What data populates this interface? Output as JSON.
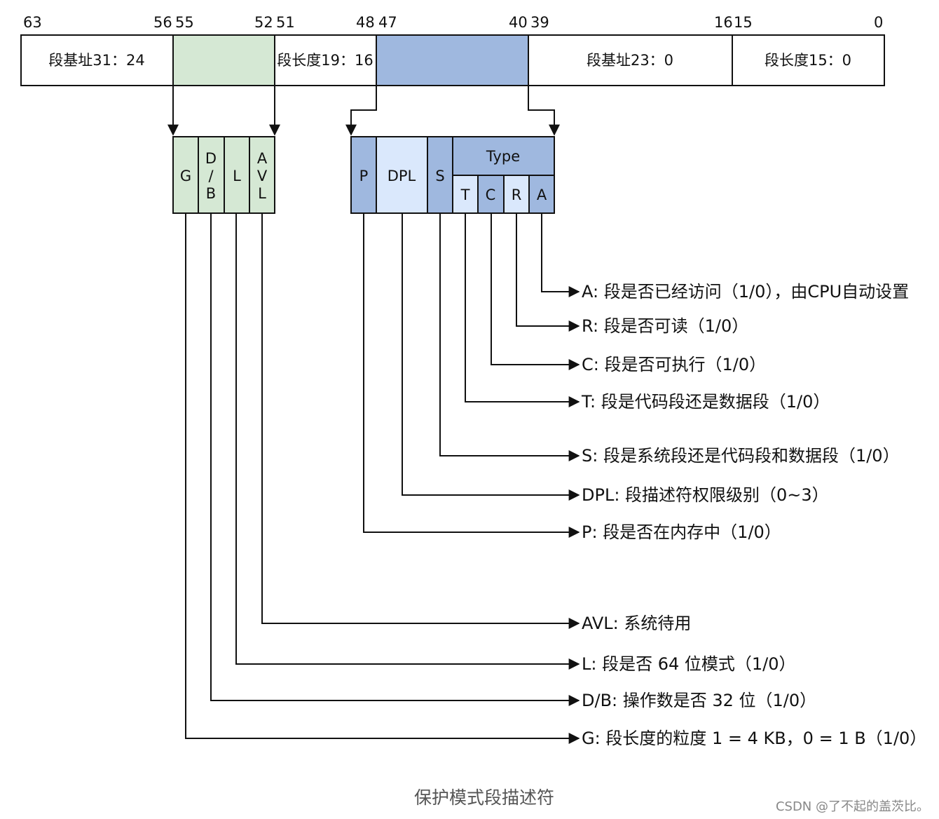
{
  "bit_numbers": {
    "b63": "63",
    "b56": "56",
    "b55": "55",
    "b52": "52",
    "b51": "51",
    "b48": "48",
    "b47": "47",
    "b40": "40",
    "b39": "39",
    "b16": "16",
    "b15": "15",
    "b0": "0"
  },
  "descriptor_cells": {
    "base_31_24": "段基址31：24",
    "limit_19_16": "段长度19：16",
    "base_23_0": "段基址23：0",
    "limit_15_0": "段长度15：0"
  },
  "flags_box": {
    "g": "G",
    "db_top": "D",
    "db_mid": "/",
    "db_bot": "B",
    "l": "L",
    "avl_top": "A",
    "avl_mid": "V",
    "avl_bot": "L"
  },
  "access_box": {
    "p": "P",
    "dpl": "DPL",
    "s": "S",
    "type": "Type",
    "t": "T",
    "c": "C",
    "r": "R",
    "a": "A"
  },
  "descriptions": {
    "a": "A: 段是否已经访问（1/0），由CPU自动设置",
    "r": "R: 段是否可读（1/0）",
    "c": "C: 段是否可执行（1/0）",
    "t": "T: 段是代码段还是数据段（1/0）",
    "s": "S: 段是系统段还是代码段和数据段（1/0）",
    "dpl": "DPL: 段描述符权限级别（0~3）",
    "p": "P: 段是否在内存中（1/0）",
    "avl": "AVL: 系统待用",
    "l": "L: 段是否 64 位模式（1/0）",
    "db": "D/B: 操作数是否 32 位（1/0）",
    "g": "G: 段长度的粒度 1 = 4 KB，0 = 1 B（1/0）"
  },
  "caption": "保护模式段描述符",
  "watermark": "CSDN @了不起的盖茨比。",
  "colors": {
    "green_fill": "#d5e8d4",
    "blue_fill": "#9fb8df",
    "light_blue_fill": "#dae8fc",
    "line": "#111111"
  }
}
